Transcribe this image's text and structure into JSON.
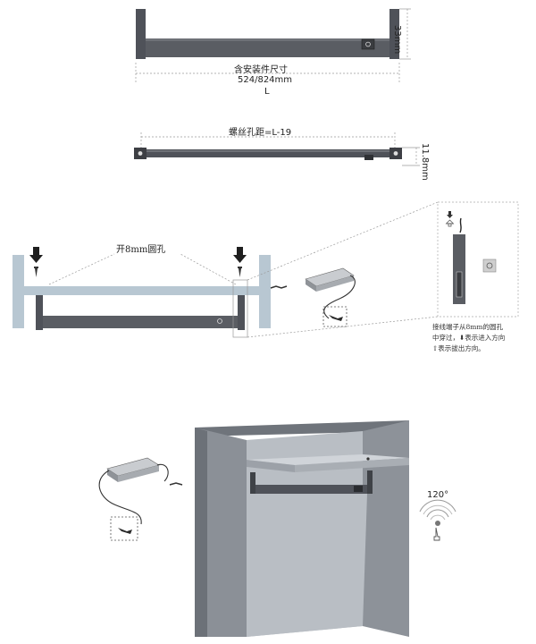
{
  "top_rail": {
    "height_dim": "33mm",
    "install_label": "含安装件尺寸",
    "size_label": "524/824mm",
    "length_symbol": "L"
  },
  "side_rail": {
    "screw_label": "螺丝孔距=L-19",
    "height_dim": "11.8mm"
  },
  "install_view": {
    "hole_label": "开8mm圆孔"
  },
  "detail_note": {
    "line1": "接线端子从8mm的圆孔",
    "line2": "中穿过，⬇表示进入方向",
    "line3": "⇧表示拔出方向。"
  },
  "sensor": {
    "angle": "120°"
  },
  "colors": {
    "rail": "#4f5259",
    "rail_light": "#9fa3a8",
    "cabinet_side": "#8b9097",
    "cabinet_inner": "#b9bec4",
    "dim_line": "#9a9a9a"
  }
}
